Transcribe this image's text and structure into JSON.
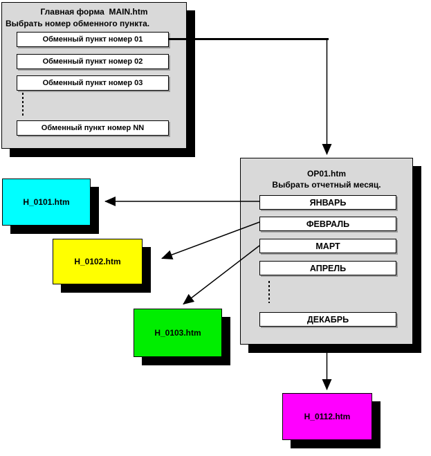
{
  "main_form": {
    "title": "Главная форма  MAIN.htm",
    "subtitle": "Выбрать номер обменного пункта.",
    "buttons": [
      "Обменный пункт номер 01",
      "Обменный пункт номер 02",
      "Обменный пункт номер 03",
      "Обменный пункт номер NN"
    ]
  },
  "op_form": {
    "title": "OP01.htm",
    "subtitle": "Выбрать отчетный месяц.",
    "buttons": [
      "ЯНВАРЬ",
      "ФЕВРАЛЬ",
      "МАРТ",
      "АПРЕЛЬ",
      "ДЕКАБРЬ"
    ]
  },
  "pages": [
    {
      "label": "H_0101.htm",
      "color": "#00FFFF"
    },
    {
      "label": "H_0102.htm",
      "color": "#FFFF00"
    },
    {
      "label": "H_0103.htm",
      "color": "#00EE00"
    },
    {
      "label": "H_0112.htm",
      "color": "#FF00FF"
    }
  ],
  "colors": {
    "panel_bg": "#d9d9d9",
    "panel_shadow": "#000000",
    "button_bg": "#ffffff",
    "arrow": "#000000"
  }
}
